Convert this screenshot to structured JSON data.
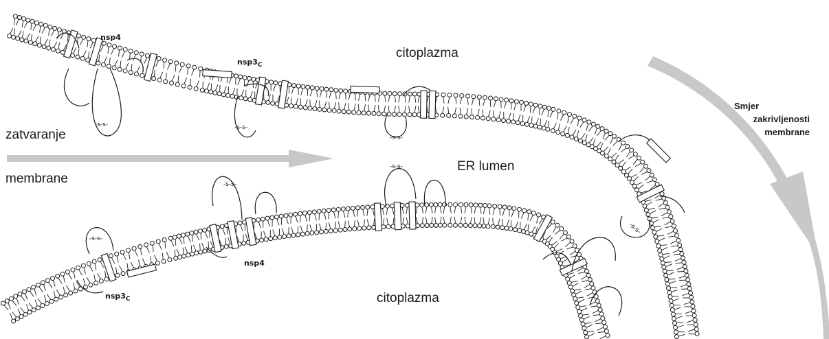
{
  "labels": {
    "cytoplasm_top": "citoplazma",
    "cytoplasm_bottom": "citoplazma",
    "er_lumen": "ER lumen",
    "closing_line1": "zatvaranje",
    "closing_line2": "membrane",
    "curvature_line1": "Smjer",
    "curvature_line2": "zakrivljenosti",
    "curvature_line3": "membrane"
  },
  "proteins": {
    "nsp4_top": "nsp4",
    "nsp3c_top_main": "nsp3",
    "nsp3c_top_sub": "C",
    "nsp4_bottom": "nsp4",
    "nsp3c_bottom_main": "nsp3",
    "nsp3c_bottom_sub": "C"
  },
  "disulfide_label": "-s-s-",
  "colors": {
    "membrane_stroke": "#1a1a1a",
    "arrow_fill": "#c8c8c8",
    "background": "#ffffff"
  }
}
